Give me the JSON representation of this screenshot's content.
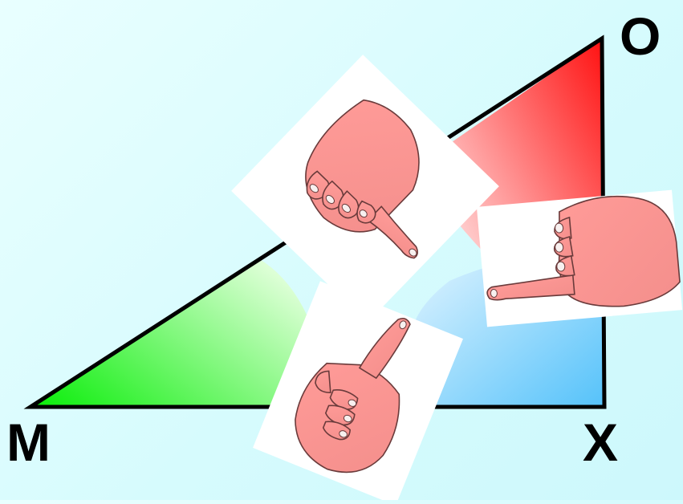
{
  "vertices": {
    "top_right": "O",
    "bottom_left": "M",
    "bottom_right": "X"
  },
  "angle_fills": {
    "at_O": "#ff1a1a",
    "at_M": "#1ef21e",
    "at_X": "#5ec4f8"
  },
  "hands": [
    {
      "icon": "pointing-hand-icon",
      "points": "down-right"
    },
    {
      "icon": "pointing-hand-icon",
      "points": "left"
    },
    {
      "icon": "pointing-hand-icon",
      "points": "up"
    }
  ]
}
